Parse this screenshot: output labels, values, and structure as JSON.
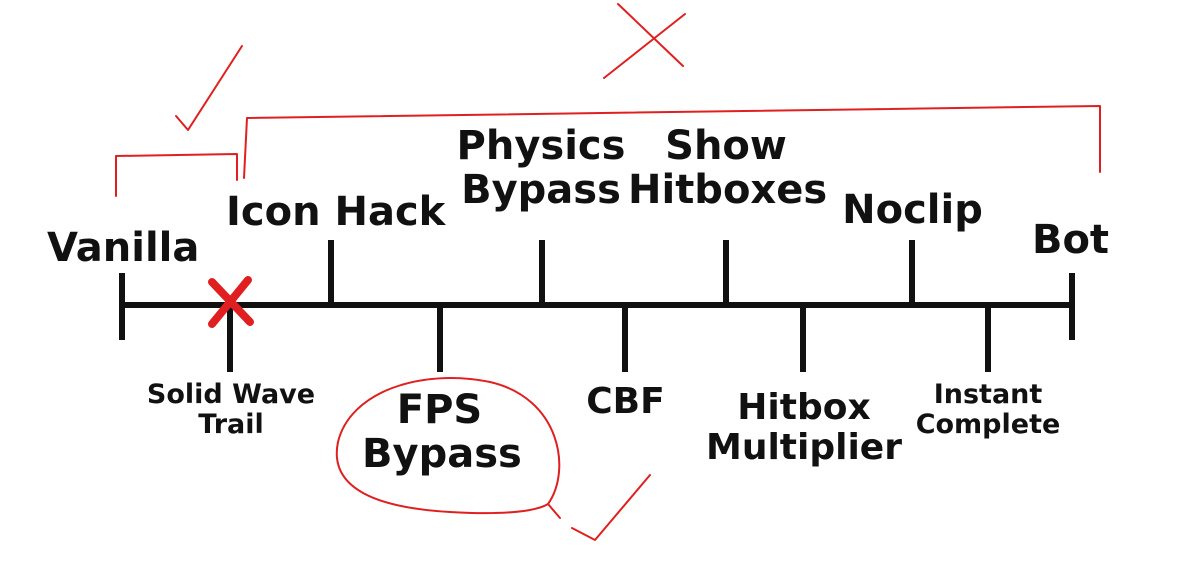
{
  "colors": {
    "line": "#111111",
    "annotation": "#e02020",
    "background": "#ffffff"
  },
  "top_labels": [
    {
      "id": "vanilla",
      "lines": [
        "Vanilla"
      ]
    },
    {
      "id": "icon-hack",
      "lines": [
        "Icon Hack"
      ]
    },
    {
      "id": "physics-bypass",
      "lines": [
        "Physics",
        "Bypass"
      ]
    },
    {
      "id": "show-hitboxes",
      "lines": [
        "Show",
        "Hitboxes"
      ]
    },
    {
      "id": "noclip",
      "lines": [
        "Noclip"
      ]
    },
    {
      "id": "bot",
      "lines": [
        "Bot"
      ]
    }
  ],
  "bottom_labels": [
    {
      "id": "solid-wave-trail",
      "lines": [
        "Solid Wave",
        "Trail"
      ]
    },
    {
      "id": "fps-bypass",
      "lines": [
        "FPS",
        "Bypass"
      ]
    },
    {
      "id": "cbf",
      "lines": [
        "CBF"
      ]
    },
    {
      "id": "hitbox-multiplier",
      "lines": [
        "Hitbox",
        "Multiplier"
      ]
    },
    {
      "id": "instant-complete",
      "lines": [
        "Instant",
        "Complete"
      ]
    }
  ],
  "annotations": [
    "checkmark-icon",
    "cross-icon",
    "circle-highlight",
    "bracket-left",
    "bracket-right"
  ]
}
